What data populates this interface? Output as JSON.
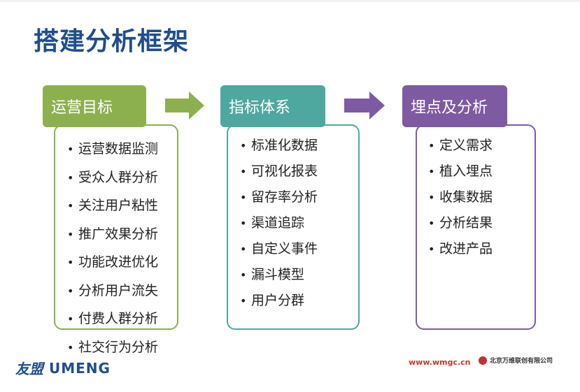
{
  "title": "搭建分析框架",
  "panels": [
    {
      "heading": "运营目标",
      "color": "#8db04e",
      "items": [
        "运营数据监测",
        "受众人群分析",
        "关注用户粘性",
        "推广效果分析",
        "功能改进优化",
        "分析用户流失",
        "付费人群分析",
        "社交行为分析"
      ]
    },
    {
      "heading": "指标体系",
      "color": "#4ea8a0",
      "items": [
        "标准化数据",
        "可视化报表",
        "留存率分析",
        "渠道追踪",
        "自定义事件",
        "漏斗模型",
        "用户分群"
      ]
    },
    {
      "heading": "埋点及分析",
      "color": "#7e5aa2",
      "items": [
        "定义需求",
        "植入埋点",
        "收集数据",
        "分析结果",
        "改进产品"
      ]
    }
  ],
  "bullet": "•",
  "footer": {
    "logo_cn": "友盟",
    "logo_en": "UMENG",
    "url": "www.wmgc.cn",
    "company": "北京万维联创有限公司"
  }
}
